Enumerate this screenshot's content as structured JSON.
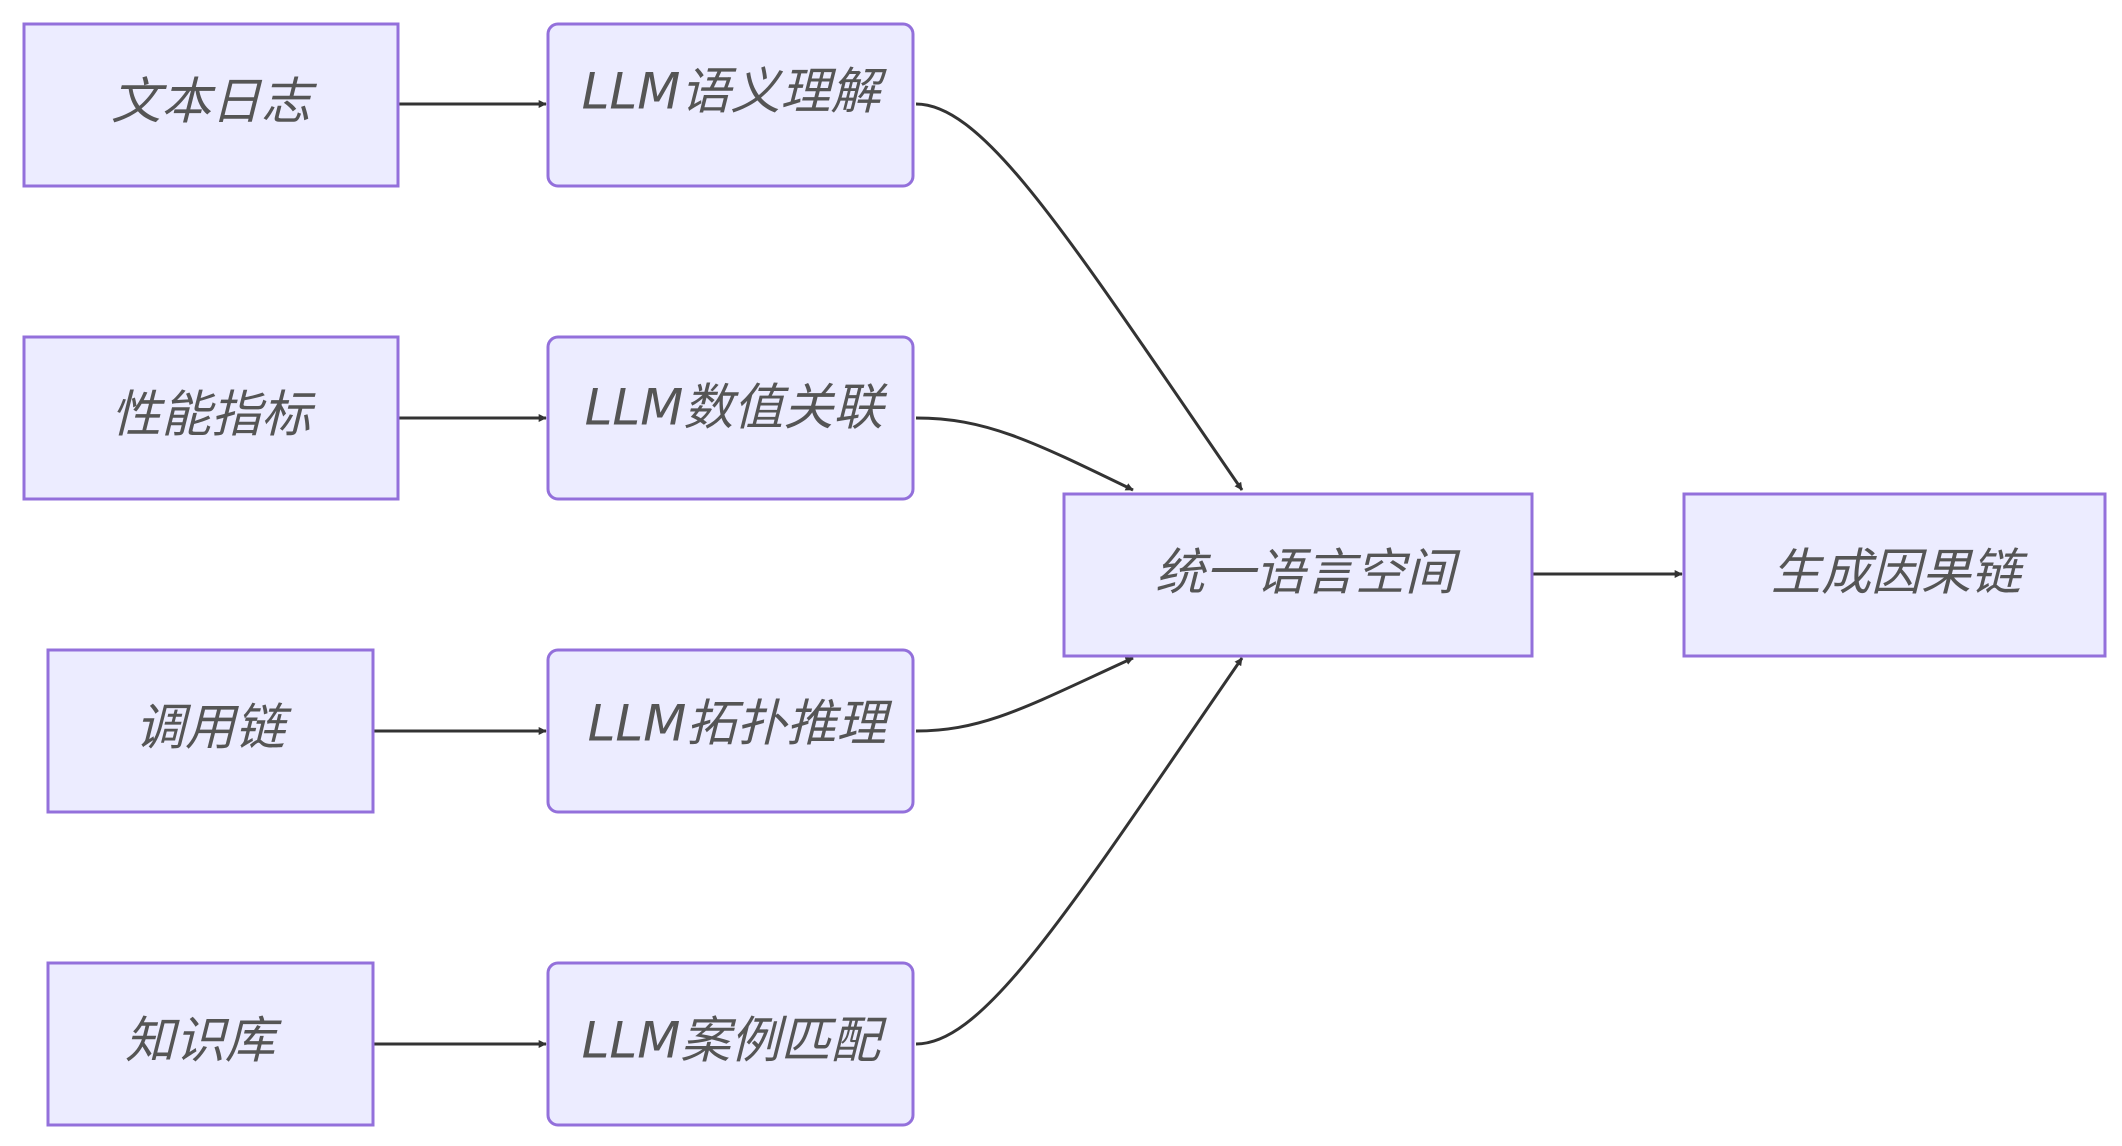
{
  "diagram": {
    "nodes": {
      "text_log": "文本日志",
      "metrics": "性能指标",
      "call_chain": "调用链",
      "knowledge_base": "知识库",
      "llm_semantic": "LLM语义理解",
      "llm_numeric": "LLM数值关联",
      "llm_topology": "LLM拓扑推理",
      "llm_case": "LLM案例匹配",
      "unified_space": "统一语言空间",
      "causal_chain": "生成因果链"
    },
    "edges": [
      [
        "text_log",
        "llm_semantic"
      ],
      [
        "metrics",
        "llm_numeric"
      ],
      [
        "call_chain",
        "llm_topology"
      ],
      [
        "knowledge_base",
        "llm_case"
      ],
      [
        "llm_semantic",
        "unified_space"
      ],
      [
        "llm_numeric",
        "unified_space"
      ],
      [
        "llm_topology",
        "unified_space"
      ],
      [
        "llm_case",
        "unified_space"
      ],
      [
        "unified_space",
        "causal_chain"
      ]
    ],
    "colors": {
      "node_fill": "#ECECFF",
      "node_stroke": "#9370DB",
      "edge": "#333333",
      "label": "#555555"
    }
  }
}
